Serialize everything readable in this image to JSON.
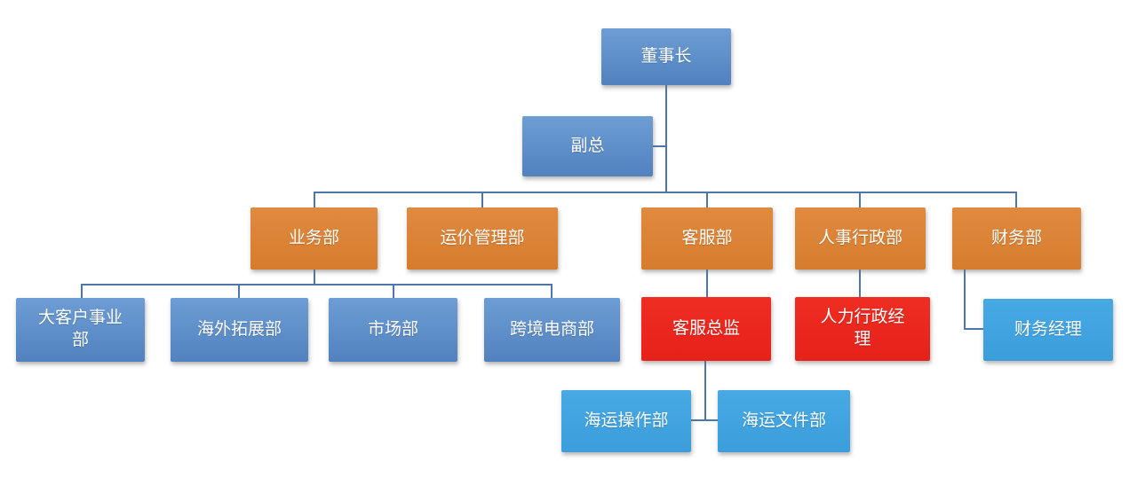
{
  "org_chart": {
    "type": "org-chart",
    "nodes": {
      "chairman": {
        "label": "董事长",
        "color_role": "blue"
      },
      "vice_president": {
        "label": "副总",
        "color_role": "blue"
      },
      "business_dept": {
        "label": "业务部",
        "color_role": "orange"
      },
      "pricing_dept": {
        "label": "运价管理部",
        "color_role": "orange"
      },
      "customer_service_dept": {
        "label": "客服部",
        "color_role": "orange"
      },
      "hr_admin_dept": {
        "label": "人事行政部",
        "color_role": "orange"
      },
      "finance_dept": {
        "label": "财务部",
        "color_role": "orange"
      },
      "key_account_dept": {
        "label": "大客户事业部",
        "color_role": "blue"
      },
      "overseas_dept": {
        "label": "海外拓展部",
        "color_role": "blue"
      },
      "marketing_dept": {
        "label": "市场部",
        "color_role": "blue"
      },
      "ecommerce_dept": {
        "label": "跨境电商部",
        "color_role": "blue"
      },
      "cs_director": {
        "label": "客服总监",
        "color_role": "red"
      },
      "hr_manager": {
        "label": "人力行政经理",
        "color_role": "red"
      },
      "finance_manager": {
        "label": "财务经理",
        "color_role": "light_blue"
      },
      "ocean_ops_dept": {
        "label": "海运操作部",
        "color_role": "light_blue"
      },
      "ocean_docs_dept": {
        "label": "海运文件部",
        "color_role": "light_blue"
      }
    },
    "edges": [
      [
        "chairman",
        "vice_president"
      ],
      [
        "chairman",
        "business_dept"
      ],
      [
        "chairman",
        "pricing_dept"
      ],
      [
        "chairman",
        "customer_service_dept"
      ],
      [
        "chairman",
        "hr_admin_dept"
      ],
      [
        "chairman",
        "finance_dept"
      ],
      [
        "business_dept",
        "key_account_dept"
      ],
      [
        "business_dept",
        "overseas_dept"
      ],
      [
        "business_dept",
        "marketing_dept"
      ],
      [
        "business_dept",
        "ecommerce_dept"
      ],
      [
        "customer_service_dept",
        "cs_director"
      ],
      [
        "hr_admin_dept",
        "hr_manager"
      ],
      [
        "finance_dept",
        "finance_manager"
      ],
      [
        "cs_director",
        "ocean_ops_dept"
      ],
      [
        "cs_director",
        "ocean_docs_dept"
      ]
    ],
    "colors": {
      "background": "#FFFFFF",
      "node_blue": "#5E8FCB",
      "node_orange": "#DD8337",
      "node_red": "#EA271D",
      "node_light_blue": "#41A4E0",
      "connector": "#4F76A8",
      "text": "#FFFFFF"
    }
  }
}
